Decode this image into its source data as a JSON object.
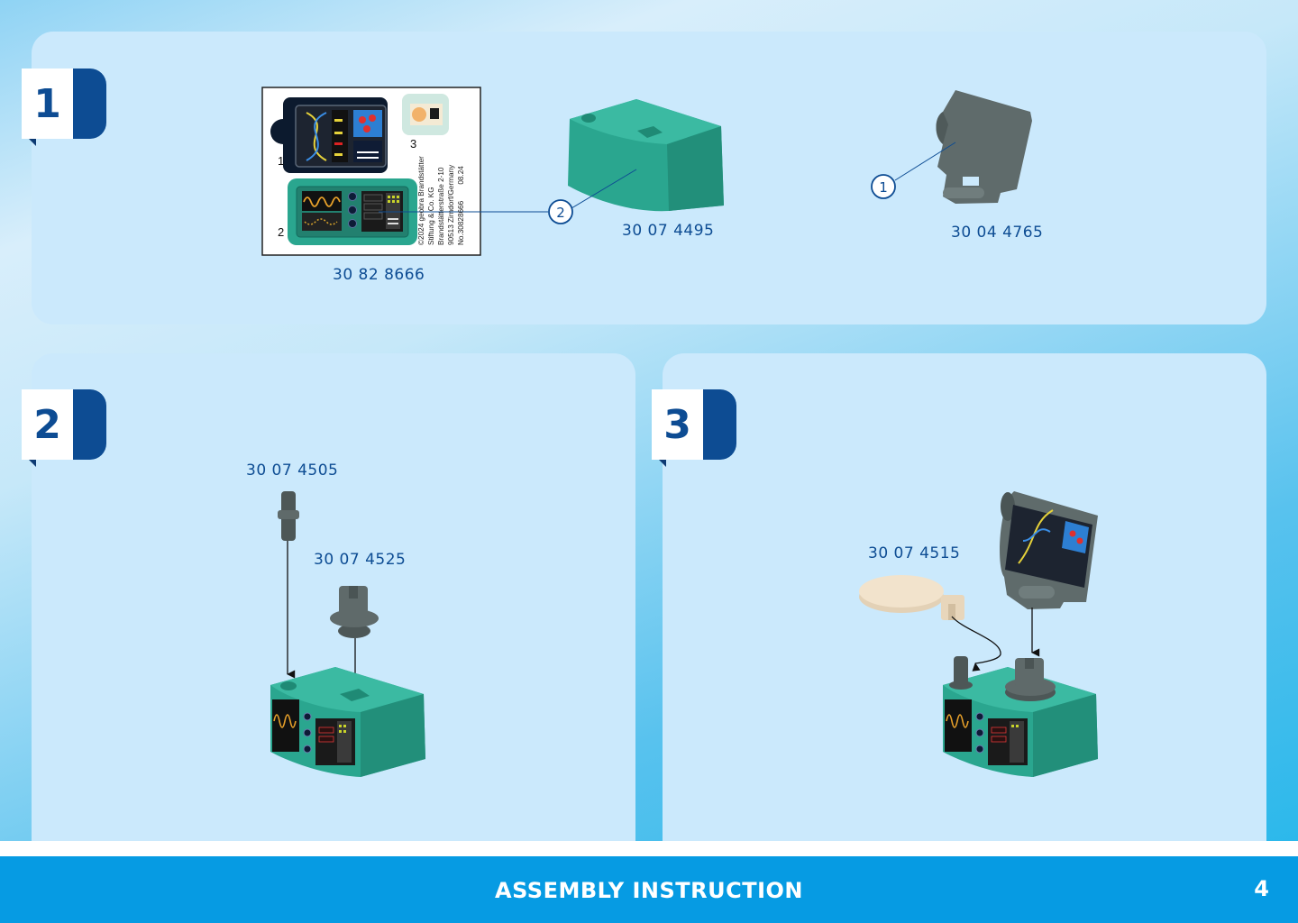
{
  "page": {
    "footer_title": "ASSEMBLY INSTRUCTION",
    "page_number": "4"
  },
  "colors": {
    "brand_navy": "#0d4c93",
    "panel_bg": "#cbe9fc",
    "footer_bg": "#069be3",
    "teal_part": "#2aa68f",
    "grey_part": "#5f6b6b",
    "beige_part": "#f2e3cc"
  },
  "steps": [
    {
      "number": "1",
      "parts": [
        {
          "part_number": "30 82 8666",
          "name": "sticker-sheet",
          "sticker_labels": [
            "1",
            "2",
            "3"
          ],
          "legal_text": [
            "©2024 geobra Brandstätter",
            "Stiftung & Co. KG",
            "Brandstätterstraße 2-10",
            "90513 Zirndorf/Germany",
            "No.30828666        08.24"
          ]
        },
        {
          "part_number": "30 07 4495",
          "name": "teal-base",
          "callout": "2"
        },
        {
          "part_number": "30 04 4765",
          "name": "monitor-holder",
          "callout": "1"
        }
      ]
    },
    {
      "number": "2",
      "parts": [
        {
          "part_number": "30 07 4505",
          "name": "grey-peg"
        },
        {
          "part_number": "30 07 4525",
          "name": "grey-clip-socket"
        }
      ]
    },
    {
      "number": "3",
      "parts": [
        {
          "part_number": "30 07 4515",
          "name": "beige-disc"
        }
      ]
    }
  ]
}
